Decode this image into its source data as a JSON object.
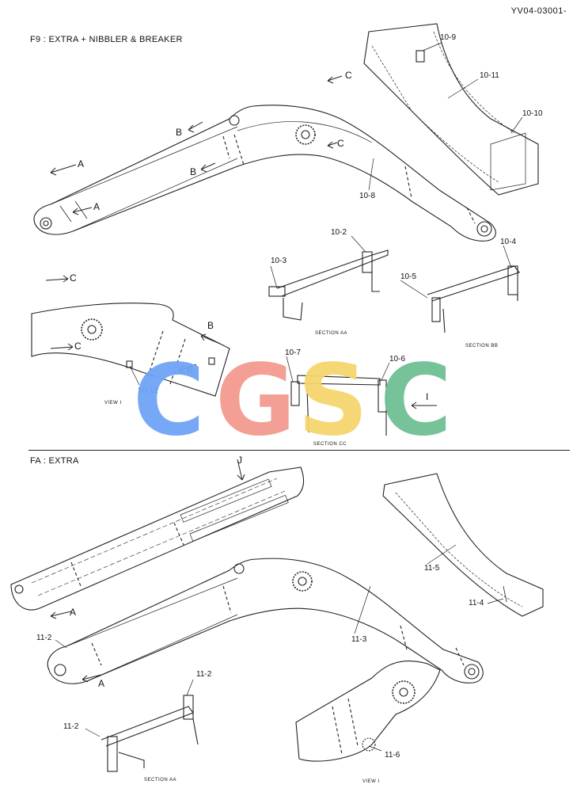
{
  "doc_ref": "YV04-03001-",
  "sections": [
    {
      "title": "F9 : EXTRA + NIBBLER & BREAKER"
    },
    {
      "title": "FA : EXTRA"
    }
  ],
  "callouts": {
    "c10_9": "10-9",
    "c10_11": "10-11",
    "c10_10": "10-10",
    "c10_8": "10-8",
    "c10_2": "10-2",
    "c10_3": "10-3",
    "c10_4": "10-4",
    "c10_5": "10-5",
    "c10_7": "10-7",
    "c10_6": "10-6",
    "c10_12": "10-12",
    "c11_2a": "11-2",
    "c11_2b": "11-2",
    "c11_2c": "11-2",
    "c11_3": "11-3",
    "c11_4": "11-4",
    "c11_5": "11-5",
    "c11_6": "11-6"
  },
  "markers": {
    "a1": "A",
    "a2": "A",
    "b1": "B",
    "b2": "B",
    "b3": "B",
    "b4": "B",
    "cm1": "C",
    "cm2": "C",
    "cm3": "C",
    "cm4": "C",
    "i1": "I",
    "j1": "J",
    "a3": "A",
    "a4": "A"
  },
  "captions": {
    "section_aa_top": "SECTION AA",
    "section_bb": "SECTION BB",
    "section_cc": "SECTION CC",
    "view_i_top": "VIEW I",
    "section_aa_bottom": "SECTION AA",
    "view_i_bottom": "VIEW I"
  },
  "watermark": {
    "letters": [
      "C",
      "G",
      "S",
      "C"
    ],
    "colors": [
      "#6fa3f4",
      "#f29a90",
      "#f6d56e",
      "#6fbf93"
    ]
  }
}
